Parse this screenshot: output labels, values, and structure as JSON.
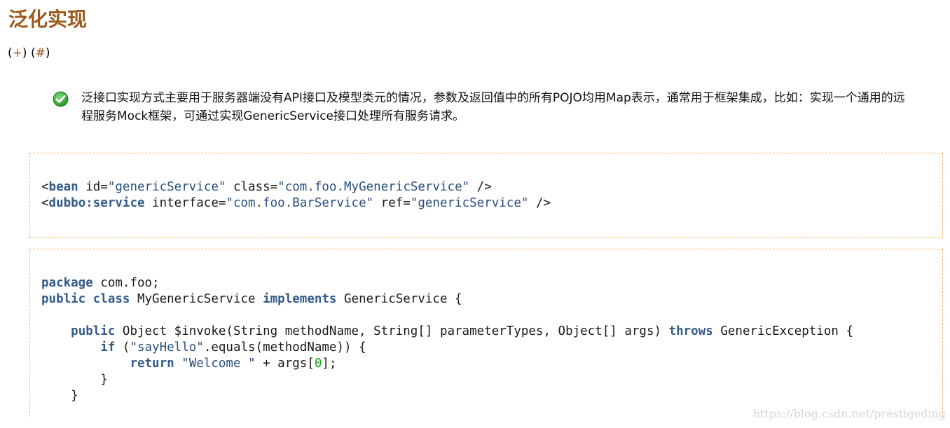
{
  "heading": "泛化实现",
  "anchors": {
    "open": "(",
    "close": ")",
    "sep": " ",
    "expand_label": "+",
    "permalink_label": "#"
  },
  "tip": {
    "icon": "check-circle-icon",
    "icon_color": "#27a127",
    "text": "泛接口实现方式主要用于服务器端没有API接口及模型类元的情况，参数及返回值中的所有POJO均用Map表示，通常用于框架集成，比如：实现一个通用的远程服务Mock框架，可通过实现GenericService接口处理所有服务请求。"
  },
  "code_blocks": [
    {
      "language": "xml",
      "lines": [
        [
          {
            "t": "<"
          },
          {
            "t": "bean",
            "c": "kw"
          },
          {
            "t": " id="
          },
          {
            "t": "\"genericService\"",
            "c": "str"
          },
          {
            "t": " class="
          },
          {
            "t": "\"com.foo.MyGenericService\"",
            "c": "str"
          },
          {
            "t": " />"
          }
        ],
        [
          {
            "t": "<"
          },
          {
            "t": "dubbo:service",
            "c": "kw"
          },
          {
            "t": " interface="
          },
          {
            "t": "\"com.foo.BarService\"",
            "c": "str"
          },
          {
            "t": " ref="
          },
          {
            "t": "\"genericService\"",
            "c": "str"
          },
          {
            "t": " />"
          }
        ]
      ]
    },
    {
      "language": "java",
      "lines": [
        [
          {
            "t": "package",
            "c": "kw"
          },
          {
            "t": " com.foo;"
          }
        ],
        [
          {
            "t": "public",
            "c": "kw"
          },
          {
            "t": " "
          },
          {
            "t": "class",
            "c": "kw"
          },
          {
            "t": " MyGenericService "
          },
          {
            "t": "implements",
            "c": "kw"
          },
          {
            "t": " GenericService {"
          }
        ],
        [],
        [
          {
            "t": "    "
          },
          {
            "t": "public",
            "c": "kw"
          },
          {
            "t": " Object $invoke(String methodName, String[] parameterTypes, Object[] args) "
          },
          {
            "t": "throws",
            "c": "kw"
          },
          {
            "t": " GenericException {"
          }
        ],
        [
          {
            "t": "        "
          },
          {
            "t": "if",
            "c": "kw"
          },
          {
            "t": " ("
          },
          {
            "t": "\"sayHello\"",
            "c": "str"
          },
          {
            "t": ".equals(methodName)) {"
          }
        ],
        [
          {
            "t": "            "
          },
          {
            "t": "return",
            "c": "kw"
          },
          {
            "t": " "
          },
          {
            "t": "\"Welcome \"",
            "c": "str"
          },
          {
            "t": " + args["
          },
          {
            "t": "0",
            "c": "num"
          },
          {
            "t": "];"
          }
        ],
        [
          {
            "t": "        }"
          }
        ],
        [
          {
            "t": "    }"
          }
        ]
      ]
    }
  ],
  "watermark": "https://blog.csdn.net/prestigeding"
}
